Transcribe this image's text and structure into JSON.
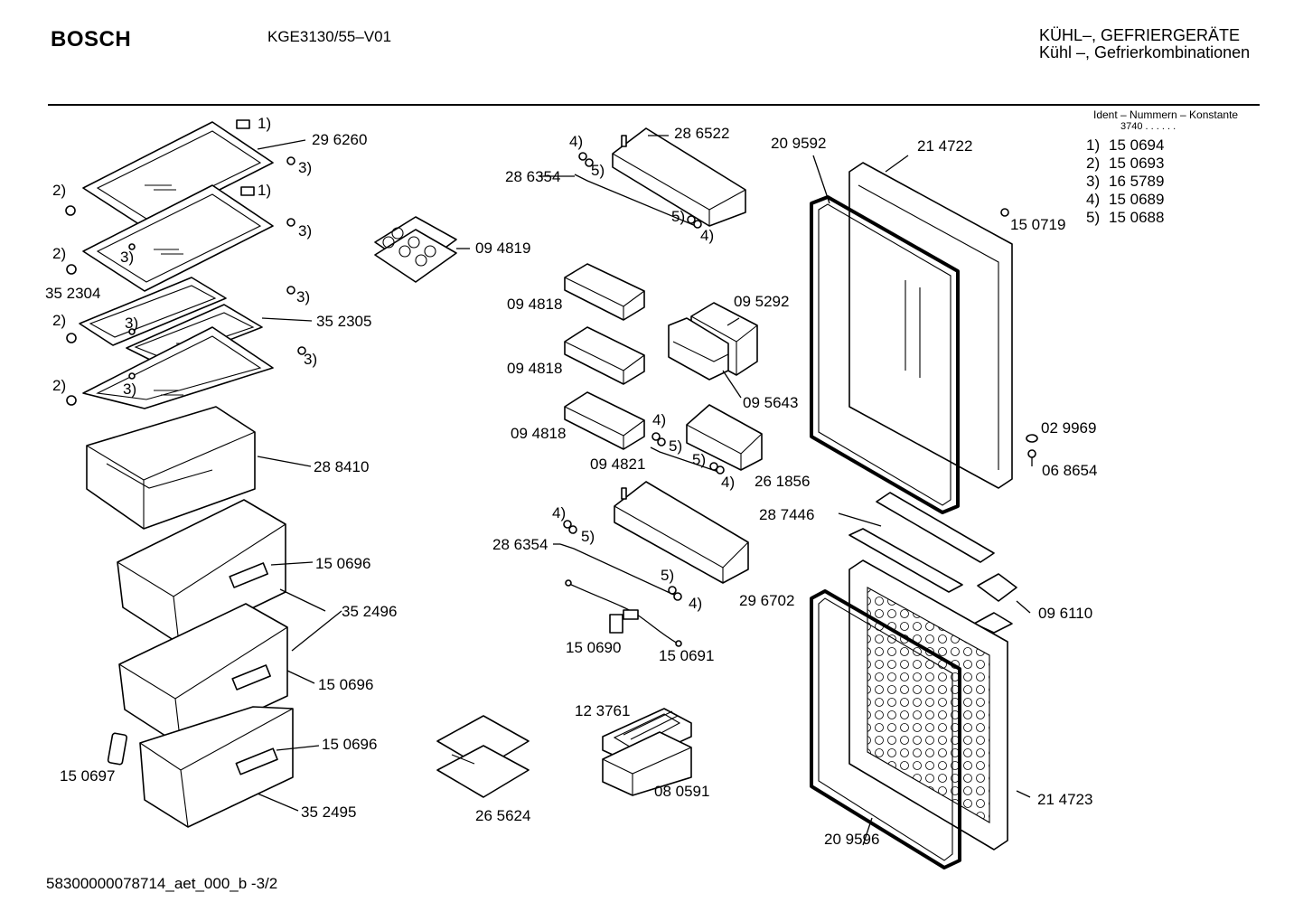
{
  "header": {
    "brand": "BOSCH",
    "model": "KGE3130/55–V01",
    "category_line1": "KÜHL–, GEFRIERGERÄTE",
    "category_line2": "Kühl –, Gefrierkombinationen"
  },
  "ident_table": {
    "title": "Ident – Nummern – Konstante",
    "constant": "3740 .  .   .  .  .  .",
    "items": [
      {
        "key": "1)",
        "value": "15 0694"
      },
      {
        "key": "2)",
        "value": "15 0693"
      },
      {
        "key": "3)",
        "value": "16 5789"
      },
      {
        "key": "4)",
        "value": "15 0689"
      },
      {
        "key": "5)",
        "value": "15 0688"
      }
    ]
  },
  "part_labels": [
    {
      "id": "l-296260",
      "text": "29 6260"
    },
    {
      "id": "l-1a",
      "text": "1)"
    },
    {
      "id": "l-3a",
      "text": "3)"
    },
    {
      "id": "l-2a",
      "text": "2)"
    },
    {
      "id": "l-1b",
      "text": "1)"
    },
    {
      "id": "l-3b",
      "text": "3)"
    },
    {
      "id": "l-2b",
      "text": "2)"
    },
    {
      "id": "l-3c",
      "text": "3)"
    },
    {
      "id": "l-352304",
      "text": "35 2304"
    },
    {
      "id": "l-3d",
      "text": "3)"
    },
    {
      "id": "l-2c",
      "text": "2)"
    },
    {
      "id": "l-3e",
      "text": "3)"
    },
    {
      "id": "l-352305",
      "text": "35 2305"
    },
    {
      "id": "l-3f",
      "text": "3)"
    },
    {
      "id": "l-2d",
      "text": "2)"
    },
    {
      "id": "l-3g",
      "text": "3)"
    },
    {
      "id": "l-288410",
      "text": "28 8410"
    },
    {
      "id": "l-150696a",
      "text": "15 0696"
    },
    {
      "id": "l-352496",
      "text": "35 2496"
    },
    {
      "id": "l-150696b",
      "text": "15 0696"
    },
    {
      "id": "l-150697",
      "text": "15 0697"
    },
    {
      "id": "l-150696c",
      "text": "15 0696"
    },
    {
      "id": "l-352495",
      "text": "35 2495"
    },
    {
      "id": "l-094819",
      "text": "09 4819"
    },
    {
      "id": "l-4a",
      "text": "4)"
    },
    {
      "id": "l-286522",
      "text": "28 6522"
    },
    {
      "id": "l-286354a",
      "text": "28 6354"
    },
    {
      "id": "l-5a",
      "text": "5)"
    },
    {
      "id": "l-5b",
      "text": "5)"
    },
    {
      "id": "l-4b",
      "text": "4)"
    },
    {
      "id": "l-094818a",
      "text": "09 4818"
    },
    {
      "id": "l-095292",
      "text": "09 5292"
    },
    {
      "id": "l-094818b",
      "text": "09 4818"
    },
    {
      "id": "l-095643",
      "text": "09 5643"
    },
    {
      "id": "l-094818c",
      "text": "09 4818"
    },
    {
      "id": "l-4c",
      "text": "4)"
    },
    {
      "id": "l-5c",
      "text": "5)"
    },
    {
      "id": "l-094821",
      "text": "09 4821"
    },
    {
      "id": "l-5d",
      "text": "5)"
    },
    {
      "id": "l-4d",
      "text": "4)"
    },
    {
      "id": "l-261856",
      "text": "26 1856"
    },
    {
      "id": "l-4e",
      "text": "4)"
    },
    {
      "id": "l-5e",
      "text": "5)"
    },
    {
      "id": "l-286354b",
      "text": "28 6354"
    },
    {
      "id": "l-5f",
      "text": "5)"
    },
    {
      "id": "l-4f",
      "text": "4)"
    },
    {
      "id": "l-296702",
      "text": "29 6702"
    },
    {
      "id": "l-150690",
      "text": "15 0690"
    },
    {
      "id": "l-150691",
      "text": "15 0691"
    },
    {
      "id": "l-123761",
      "text": "12 3761"
    },
    {
      "id": "l-080591",
      "text": "08 0591"
    },
    {
      "id": "l-265624",
      "text": "26 5624"
    },
    {
      "id": "l-209592",
      "text": "20 9592"
    },
    {
      "id": "l-214722",
      "text": "21 4722"
    },
    {
      "id": "l-150719",
      "text": "15 0719"
    },
    {
      "id": "l-029969",
      "text": "02 9969"
    },
    {
      "id": "l-068654",
      "text": "06 8654"
    },
    {
      "id": "l-287446",
      "text": "28 7446"
    },
    {
      "id": "l-096110",
      "text": "09 6110"
    },
    {
      "id": "l-214723",
      "text": "21 4723"
    },
    {
      "id": "l-209596",
      "text": "20 9596"
    }
  ],
  "footer": {
    "document_id": "58300000078714_aet_000_b -3/2"
  }
}
